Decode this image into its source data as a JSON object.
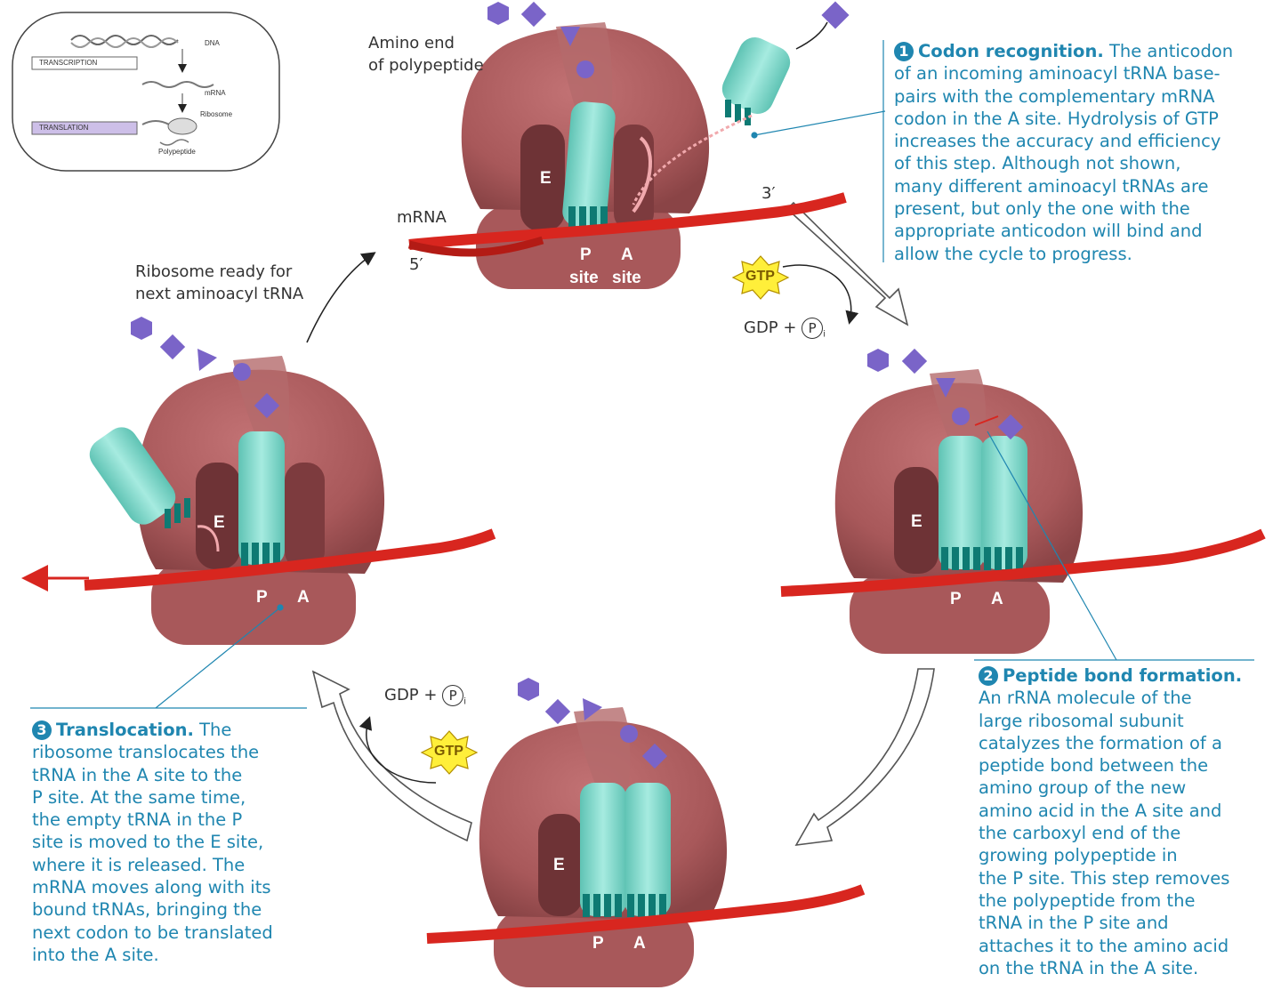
{
  "inset": {
    "transcription": "TRANSCRIPTION",
    "translation": "TRANSLATION",
    "dna": "DNA",
    "mrna": "mRNA",
    "ribosome": "Ribosome",
    "polypeptide": "Polypeptide"
  },
  "labels": {
    "amino_end": [
      "Amino end",
      "of polypeptide"
    ],
    "mrna": "mRNA",
    "three_prime": "3′",
    "five_prime": "5′",
    "ribosome_ready": [
      "Ribosome ready for",
      "next aminoacyl tRNA"
    ],
    "gtp": "GTP",
    "gdp_plus": "GDP +",
    "p": "P",
    "pi_sub": "i"
  },
  "sites": {
    "e": "E",
    "p": "P",
    "a": "A",
    "site": "site"
  },
  "captions": {
    "step1": {
      "number": "1",
      "title": "Codon recognition.",
      "lines": [
        "The anticodon",
        "of an incoming aminoacyl tRNA base-",
        "pairs with the complementary mRNA",
        "codon in the A site. Hydrolysis of GTP",
        "increases the accuracy and efficiency",
        "of this step. Although not shown,",
        "many different aminoacyl tRNAs are",
        "present, but only the one with the",
        "appropriate anticodon will bind and",
        "allow the cycle to progress."
      ]
    },
    "step2": {
      "number": "2",
      "title": "Peptide bond formation.",
      "lines": [
        "An rRNA molecule of the",
        "large ribosomal subunit",
        "catalyzes the formation of a",
        "peptide bond between the",
        "amino group of the new",
        "amino acid in the A site and",
        "the carboxyl end of the",
        "growing polypeptide in",
        "the P site. This step removes",
        "the polypeptide from the",
        "tRNA in the P site and",
        "attaches it to the amino acid",
        "on the tRNA in the A site."
      ]
    },
    "step3": {
      "number": "3",
      "title": "Translocation.",
      "lines": [
        "The",
        "ribosome translocates the",
        "tRNA in the A site to the",
        "P site. At the same time,",
        "the empty tRNA in the P",
        "site is moved to the E site,",
        "where it is released. The",
        "mRNA moves along with its",
        "bound tRNAs, bringing the",
        "next codon to be translated",
        "into the A site."
      ]
    }
  },
  "colors": {
    "caption_blue": "#1f86b0",
    "ribosome": "#a8585a",
    "ribosome_dark": "#6e3336",
    "trna": "#7fd6c8",
    "mrna": "#d8261f",
    "amino_acid": "#7a64c8",
    "gtp_star": "#ffef3a"
  }
}
